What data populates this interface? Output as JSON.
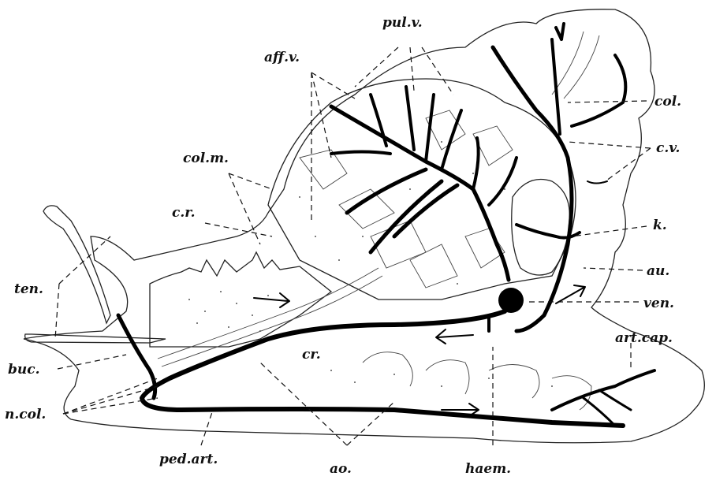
{
  "labels": {
    "pul_v": "pul.v.",
    "aff_v": "aff.v.",
    "col": "col.",
    "c_v": "c.v.",
    "col_m": "col.m.",
    "c_r": "c.r.",
    "k": "k.",
    "au": "au.",
    "ten": "ten.",
    "ven": "ven.",
    "art_cap": "art.cap.",
    "buc": "buc.",
    "cr": "cr.",
    "n_col": "n.col.",
    "ped_art": "ped.art.",
    "ao": "ao.",
    "haem": "haem."
  },
  "colors": {
    "ink": "#000000",
    "paper": "#ffffff"
  }
}
